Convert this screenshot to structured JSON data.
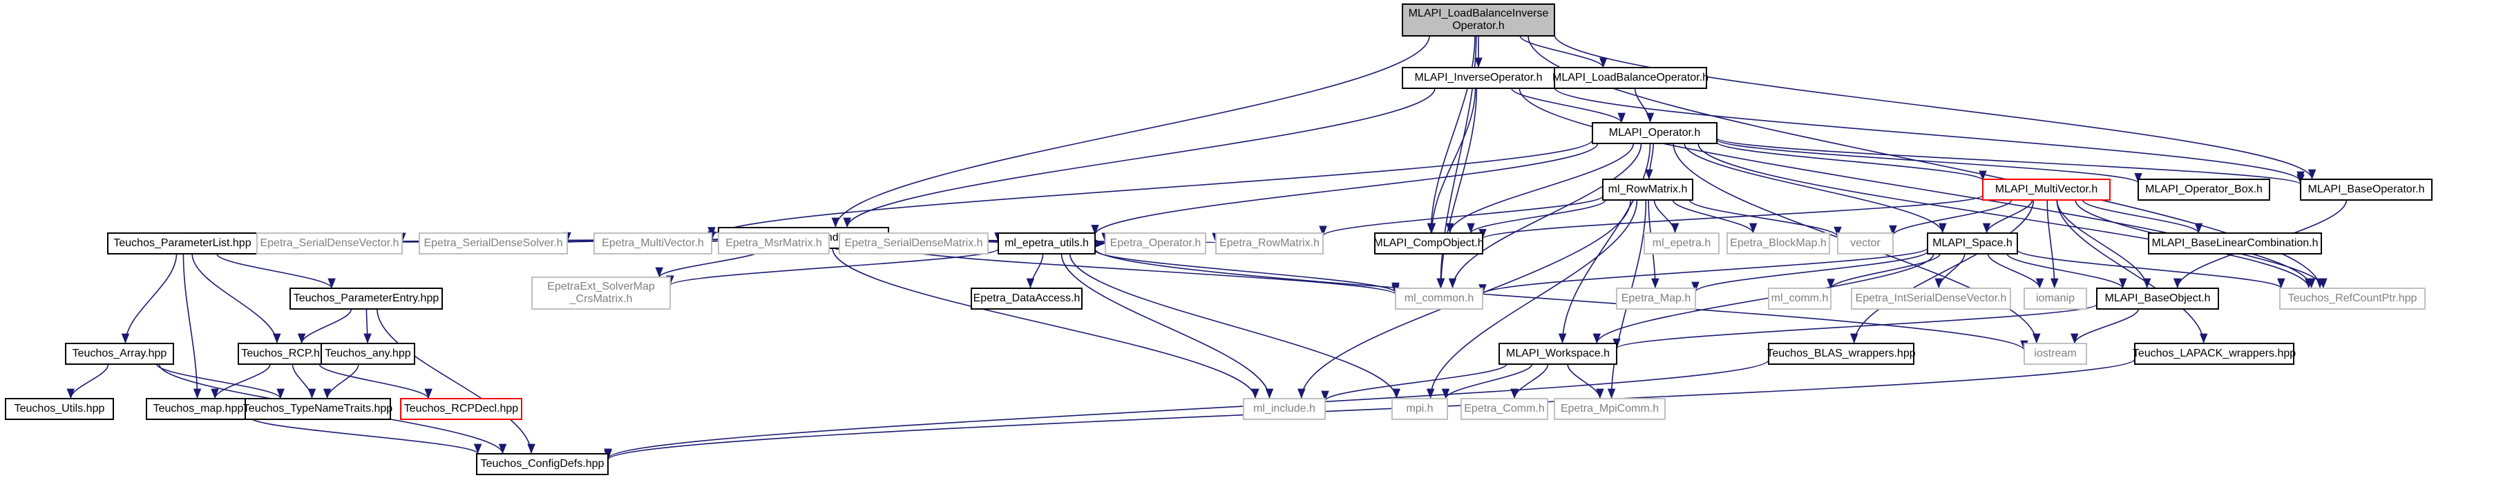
{
  "colors": {
    "edge": "#191970",
    "border_normal": "#000000",
    "border_external": "#bfbfbf",
    "border_truncated": "#ff0000",
    "root_fill": "#bfbfbf",
    "text_normal": "#000000",
    "text_external": "#7f7f7f"
  },
  "nodes": [
    {
      "id": "root",
      "lines": [
        "MLAPI_LoadBalanceInverse",
        "Operator.h"
      ],
      "kind": "root"
    },
    {
      "id": "inv",
      "lines": [
        "MLAPI_InverseOperator.h"
      ],
      "kind": "normal"
    },
    {
      "id": "lbo",
      "lines": [
        "MLAPI_LoadBalanceOperator.h"
      ],
      "kind": "normal"
    },
    {
      "id": "op",
      "lines": [
        "MLAPI_Operator.h"
      ],
      "kind": "normal"
    },
    {
      "id": "mlp",
      "lines": [
        "ml_MultiLevelPreconditioner.h"
      ],
      "kind": "normal"
    },
    {
      "id": "rowm",
      "lines": [
        "ml_RowMatrix.h"
      ],
      "kind": "normal"
    },
    {
      "id": "mv",
      "lines": [
        "MLAPI_MultiVector.h"
      ],
      "kind": "truncated"
    },
    {
      "id": "opbox",
      "lines": [
        "MLAPI_Operator_Box.h"
      ],
      "kind": "normal"
    },
    {
      "id": "baseop",
      "lines": [
        "MLAPI_BaseOperator.h"
      ],
      "kind": "normal"
    },
    {
      "id": "tpl",
      "lines": [
        "Teuchos_ParameterList.hpp"
      ],
      "kind": "normal"
    },
    {
      "id": "esdv",
      "lines": [
        "Epetra_SerialDenseVector.h"
      ],
      "kind": "external"
    },
    {
      "id": "esds",
      "lines": [
        "Epetra_SerialDenseSolver.h"
      ],
      "kind": "external"
    },
    {
      "id": "emv",
      "lines": [
        "Epetra_MultiVector.h"
      ],
      "kind": "external"
    },
    {
      "id": "emsr",
      "lines": [
        "Epetra_MsrMatrix.h"
      ],
      "kind": "external"
    },
    {
      "id": "esdm",
      "lines": [
        "Epetra_SerialDenseMatrix.h"
      ],
      "kind": "external"
    },
    {
      "id": "meu",
      "lines": [
        "ml_epetra_utils.h"
      ],
      "kind": "normal"
    },
    {
      "id": "eop",
      "lines": [
        "Epetra_Operator.h"
      ],
      "kind": "external"
    },
    {
      "id": "erm",
      "lines": [
        "Epetra_RowMatrix.h"
      ],
      "kind": "external"
    },
    {
      "id": "comp",
      "lines": [
        "MLAPI_CompObject.h"
      ],
      "kind": "normal"
    },
    {
      "id": "mlep",
      "lines": [
        "ml_epetra.h"
      ],
      "kind": "external"
    },
    {
      "id": "ebm",
      "lines": [
        "Epetra_BlockMap.h"
      ],
      "kind": "external"
    },
    {
      "id": "vec",
      "lines": [
        "vector"
      ],
      "kind": "external"
    },
    {
      "id": "space",
      "lines": [
        "MLAPI_Space.h"
      ],
      "kind": "normal"
    },
    {
      "id": "blc",
      "lines": [
        "MLAPI_BaseLinearCombination.h"
      ],
      "kind": "normal"
    },
    {
      "id": "tpe",
      "lines": [
        "Teuchos_ParameterEntry.hpp"
      ],
      "kind": "normal"
    },
    {
      "id": "eesm",
      "lines": [
        "EpetraExt_SolverMap",
        "_CrsMatrix.h"
      ],
      "kind": "external"
    },
    {
      "id": "eda",
      "lines": [
        "Epetra_DataAccess.h"
      ],
      "kind": "normal"
    },
    {
      "id": "mlc",
      "lines": [
        "ml_common.h"
      ],
      "kind": "external"
    },
    {
      "id": "emap",
      "lines": [
        "Epetra_Map.h"
      ],
      "kind": "external"
    },
    {
      "id": "mlcomm",
      "lines": [
        "ml_comm.h"
      ],
      "kind": "external"
    },
    {
      "id": "eisdv",
      "lines": [
        "Epetra_IntSerialDenseVector.h"
      ],
      "kind": "external"
    },
    {
      "id": "iomanip",
      "lines": [
        "iomanip"
      ],
      "kind": "external"
    },
    {
      "id": "bobj",
      "lines": [
        "MLAPI_BaseObject.h"
      ],
      "kind": "normal"
    },
    {
      "id": "trcp_ptr",
      "lines": [
        "Teuchos_RefCountPtr.hpp"
      ],
      "kind": "external"
    },
    {
      "id": "tarr",
      "lines": [
        "Teuchos_Array.hpp"
      ],
      "kind": "normal"
    },
    {
      "id": "trcp",
      "lines": [
        "Teuchos_RCP.hpp"
      ],
      "kind": "normal"
    },
    {
      "id": "tany",
      "lines": [
        "Teuchos_any.hpp"
      ],
      "kind": "normal"
    },
    {
      "id": "ws",
      "lines": [
        "MLAPI_Workspace.h"
      ],
      "kind": "normal"
    },
    {
      "id": "tblas",
      "lines": [
        "Teuchos_BLAS_wrappers.hpp"
      ],
      "kind": "normal"
    },
    {
      "id": "tlapack",
      "lines": [
        "Teuchos_LAPACK_wrappers.hpp"
      ],
      "kind": "normal"
    },
    {
      "id": "iostream",
      "lines": [
        "iostream"
      ],
      "kind": "external"
    },
    {
      "id": "tutils",
      "lines": [
        "Teuchos_Utils.hpp"
      ],
      "kind": "normal"
    },
    {
      "id": "tmap",
      "lines": [
        "Teuchos_map.hpp"
      ],
      "kind": "normal"
    },
    {
      "id": "ttnt",
      "lines": [
        "Teuchos_TypeNameTraits.hpp"
      ],
      "kind": "normal"
    },
    {
      "id": "trcpd",
      "lines": [
        "Teuchos_RCPDecl.hpp"
      ],
      "kind": "truncated"
    },
    {
      "id": "mlinc",
      "lines": [
        "ml_include.h"
      ],
      "kind": "external"
    },
    {
      "id": "mpi",
      "lines": [
        "mpi.h"
      ],
      "kind": "external"
    },
    {
      "id": "ecomm",
      "lines": [
        "Epetra_Comm.h"
      ],
      "kind": "external"
    },
    {
      "id": "empi",
      "lines": [
        "Epetra_MpiComm.h"
      ],
      "kind": "external"
    },
    {
      "id": "tcfg",
      "lines": [
        "Teuchos_ConfigDefs.hpp"
      ],
      "kind": "normal"
    }
  ],
  "edges": [
    [
      "root",
      "inv"
    ],
    [
      "root",
      "lbo"
    ],
    [
      "root",
      "mlp"
    ],
    [
      "root",
      "comp"
    ],
    [
      "root",
      "mlc"
    ],
    [
      "root",
      "baseop"
    ],
    [
      "root",
      "trcp_ptr"
    ],
    [
      "inv",
      "op"
    ],
    [
      "inv",
      "mlp"
    ],
    [
      "inv",
      "comp"
    ],
    [
      "inv",
      "mlc"
    ],
    [
      "inv",
      "baseop"
    ],
    [
      "inv",
      "trcp_ptr"
    ],
    [
      "lbo",
      "op"
    ],
    [
      "op",
      "rowm"
    ],
    [
      "op",
      "mv"
    ],
    [
      "op",
      "opbox"
    ],
    [
      "op",
      "baseop"
    ],
    [
      "op",
      "comp"
    ],
    [
      "op",
      "meu"
    ],
    [
      "op",
      "space"
    ],
    [
      "op",
      "ws"
    ],
    [
      "op",
      "mlc"
    ],
    [
      "op",
      "trcp_ptr"
    ],
    [
      "op",
      "iostream"
    ],
    [
      "op",
      "emv"
    ],
    [
      "mlp",
      "tpl"
    ],
    [
      "mlp",
      "esdv"
    ],
    [
      "mlp",
      "esds"
    ],
    [
      "mlp",
      "emv"
    ],
    [
      "mlp",
      "emsr"
    ],
    [
      "mlp",
      "esdm"
    ],
    [
      "mlp",
      "meu"
    ],
    [
      "mlp",
      "eop"
    ],
    [
      "mlp",
      "erm"
    ],
    [
      "mlp",
      "eesm"
    ],
    [
      "mlp",
      "mlinc"
    ],
    [
      "mlp",
      "mlc"
    ],
    [
      "rowm",
      "comp"
    ],
    [
      "rowm",
      "mlep"
    ],
    [
      "rowm",
      "ebm"
    ],
    [
      "rowm",
      "vec"
    ],
    [
      "rowm",
      "erm"
    ],
    [
      "rowm",
      "emap"
    ],
    [
      "rowm",
      "mpi"
    ],
    [
      "rowm",
      "mlinc"
    ],
    [
      "rowm",
      "empi"
    ],
    [
      "mv",
      "vec"
    ],
    [
      "mv",
      "space"
    ],
    [
      "mv",
      "blc"
    ],
    [
      "mv",
      "bobj"
    ],
    [
      "mv",
      "comp"
    ],
    [
      "mv",
      "trcp_ptr"
    ],
    [
      "mv",
      "iomanip"
    ],
    [
      "mv",
      "tblas"
    ],
    [
      "mv",
      "tlapack"
    ],
    [
      "baseop",
      "bobj"
    ],
    [
      "meu",
      "eda"
    ],
    [
      "meu",
      "eesm"
    ],
    [
      "meu",
      "mlc"
    ],
    [
      "meu",
      "mlinc"
    ],
    [
      "meu",
      "mpi"
    ],
    [
      "meu",
      "eop"
    ],
    [
      "meu",
      "iostream"
    ],
    [
      "space",
      "mlc"
    ],
    [
      "space",
      "emap"
    ],
    [
      "space",
      "mlcomm"
    ],
    [
      "space",
      "eisdv"
    ],
    [
      "space",
      "iomanip"
    ],
    [
      "space",
      "bobj"
    ],
    [
      "space",
      "trcp_ptr"
    ],
    [
      "space",
      "ws"
    ],
    [
      "bobj",
      "ws"
    ],
    [
      "bobj",
      "iostream"
    ],
    [
      "ws",
      "mlinc"
    ],
    [
      "ws",
      "mpi"
    ],
    [
      "ws",
      "ecomm"
    ],
    [
      "ws",
      "empi"
    ],
    [
      "tpl",
      "tpe"
    ],
    [
      "tpl",
      "tarr"
    ],
    [
      "tpl",
      "trcp"
    ],
    [
      "tpl",
      "tmap"
    ],
    [
      "tpe",
      "tany"
    ],
    [
      "tpe",
      "trcp"
    ],
    [
      "tpe",
      "tcfg"
    ],
    [
      "tarr",
      "tutils"
    ],
    [
      "tarr",
      "ttnt"
    ],
    [
      "tarr",
      "tcfg"
    ],
    [
      "trcp",
      "tmap"
    ],
    [
      "trcp",
      "ttnt"
    ],
    [
      "trcp",
      "trcpd"
    ],
    [
      "tany",
      "ttnt"
    ],
    [
      "tmap",
      "tcfg"
    ],
    [
      "tblas",
      "tcfg"
    ],
    [
      "tlapack",
      "tcfg"
    ]
  ]
}
